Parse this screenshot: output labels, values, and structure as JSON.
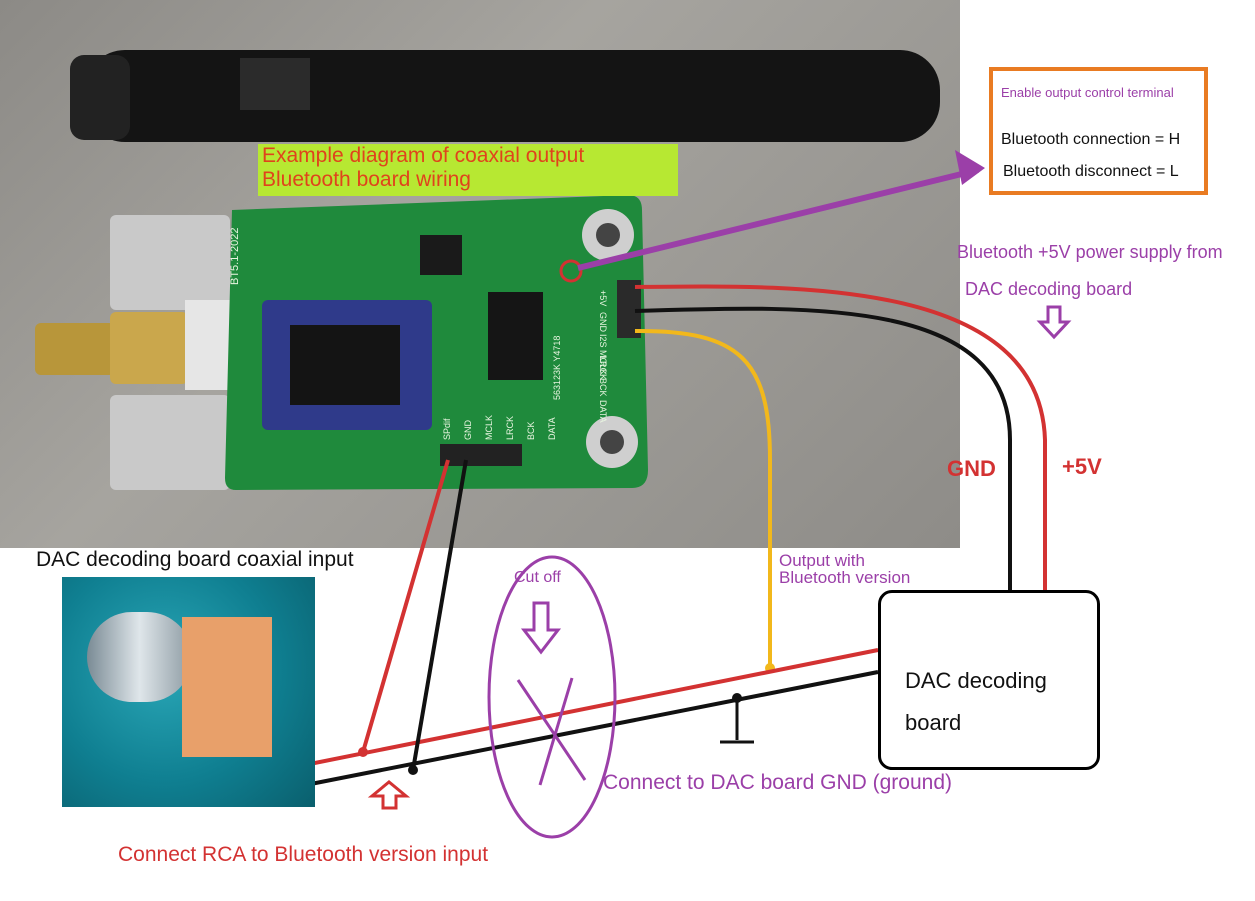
{
  "banner": {
    "line1": "Example diagram of coaxial output",
    "line2": "Bluetooth board wiring"
  },
  "enable_box": {
    "title": "Enable output control terminal",
    "line1": "Bluetooth connection = H",
    "line2": "Bluetooth disconnect = L"
  },
  "labels": {
    "power_supply_1": "Bluetooth +5V power supply from",
    "power_supply_2": "DAC decoding board",
    "gnd": "GND",
    "plus5v": "+5V",
    "dac_coax_input": "DAC decoding board coaxial input",
    "cut_off": "Cut off",
    "output_1": "Output with",
    "output_2": "Bluetooth version",
    "connect_gnd": "Connect to DAC board GND (ground)",
    "connect_rca": "Connect RCA to Bluetooth version input"
  },
  "dac_box": {
    "line1": "DAC decoding",
    "line2": "board"
  },
  "pcb": {
    "model": "BT5.1-2022",
    "pin_labels_top": [
      "+5V",
      "GND",
      "I2S MCLK",
      "LRCK",
      "BCK",
      "DATA"
    ],
    "pin_labels_bottom": [
      "SPdif",
      "GND",
      "MCLK",
      "LRCK",
      "BCK",
      "DATA"
    ],
    "chip_text": "563123K Y4718"
  },
  "colors": {
    "red_wire": "#d33232",
    "black_wire": "#111111",
    "yellow_wire": "#f2b81b",
    "purple": "#9b3fa8",
    "orange_border": "#e97b22",
    "banner_bg": "#b7e832"
  }
}
